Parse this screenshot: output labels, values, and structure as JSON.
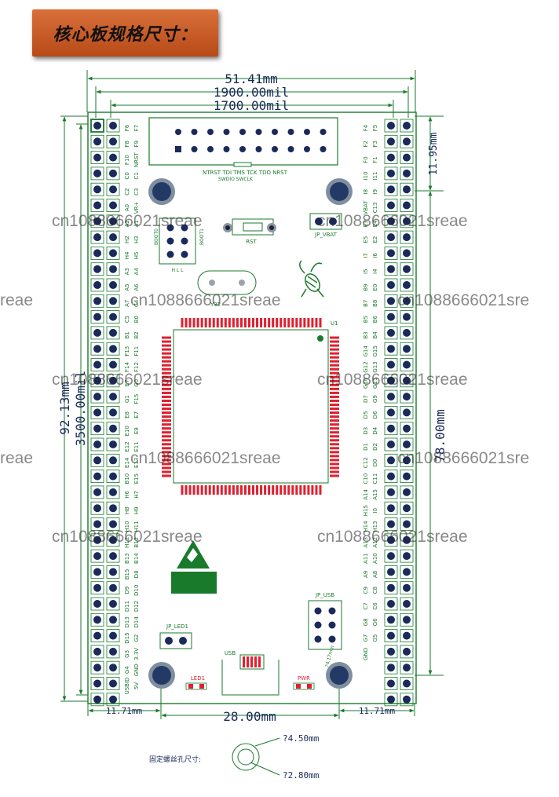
{
  "title": "核心板规格尺寸：",
  "dimensions": {
    "width_mm": "51.41mm",
    "width_mil": "1900.00mil",
    "hole_span_mil": "1700.00mil",
    "height_mm": "92.13mm",
    "height_mil": "3500.00mil",
    "top_offset": "11.95mm",
    "right_span": "78.00mm",
    "bottom_left": "11.71mm",
    "bottom_mid": "28.00mm",
    "bottom_right": "11.71mm",
    "usb_hole": "?4.17mm"
  },
  "left_pins": [
    "F6",
    "F7",
    "F8",
    "F9",
    "F10",
    "NRST",
    "C0",
    "C1",
    "C2",
    "C3",
    "A0",
    "VR+",
    "A2",
    "A1",
    "H2",
    "H3",
    "H4",
    "H5",
    "A3",
    "A4",
    "A5",
    "A6",
    "A7",
    "C4",
    "C5",
    "B0",
    "B1",
    "B2",
    "F13",
    "F11",
    "F14",
    "F12",
    "E7",
    "G0",
    "G1",
    "F15",
    "E8",
    "E7",
    "E10",
    "E9",
    "E12",
    "E11",
    "E14",
    "E13",
    "B10",
    "E15",
    "H6",
    "H7",
    "H8",
    "H9",
    "H10",
    "H11",
    "H12",
    "B12",
    "B13",
    "B14",
    "B15",
    "D8",
    "D9",
    "D10",
    "D11",
    "D12",
    "D13",
    "D14",
    "D15",
    "G2",
    "G3",
    "3.3V",
    "G4",
    "GND",
    "USBID",
    "5V"
  ],
  "right_pins": [
    "F4",
    "F5",
    "F2",
    "F3",
    "F0",
    "F1",
    "I10",
    "I11",
    "I8",
    "I9",
    "VBAT",
    "C13",
    "E3",
    "E4",
    "E5",
    "E2",
    "I7",
    "I6",
    "I5",
    "I4",
    "B9",
    "E0",
    "B7",
    "B8",
    "B5",
    "B6",
    "B3",
    "B4",
    "G14",
    "G15",
    "G12",
    "G13",
    "G10",
    "G11",
    "D7",
    "G9",
    "D5",
    "D6",
    "D3",
    "D4",
    "D1",
    "D2",
    "C12",
    "D0",
    "C10",
    "C11",
    "A14",
    "A15",
    "H15",
    "I0",
    "H14",
    "H13",
    "A13",
    "A12",
    "A11",
    "A10",
    "A9",
    "A8",
    "C9",
    "C8",
    "C7",
    "C6",
    "G8",
    "G6",
    "G7",
    "G5",
    "GND"
  ],
  "labels": {
    "jtag_bottom": "NTRST TDI  TMS  TCK      TDO  NRST",
    "jtag_sub": "SWDIO SWCLK",
    "boot0": "BOOT0",
    "boot1": "BOOT1",
    "boot_hl": "H  L  L",
    "rst": "RST",
    "jp_vbat": "JP_VBAT",
    "jp_usb": "JP_USB",
    "jp_led1": "JP_LED1",
    "usb": "USB",
    "led1": "LED1",
    "pwr": "PWR",
    "u1": "U1",
    "crystal": "Y32"
  },
  "screw": {
    "caption": "固定螺丝孔尺寸:",
    "outer": "?4.50mm",
    "inner": "?2.80mm"
  },
  "watermarks": [
    "cn1088666021sreae",
    "cn1088666021sreae",
    "reae",
    "cn1088666021sreae",
    "cn1088666021sre",
    "cn1088666021sreae",
    "cn1088666021sreae",
    "reae",
    "cn1088666021sreae",
    "cn1088666021sre",
    "cn1088666021sreae",
    "cn1088666021sreae"
  ],
  "colors": {
    "green": "#1a7a2c",
    "red": "#e02030",
    "navy": "#1a2a5a",
    "banner": "#c65a25"
  }
}
